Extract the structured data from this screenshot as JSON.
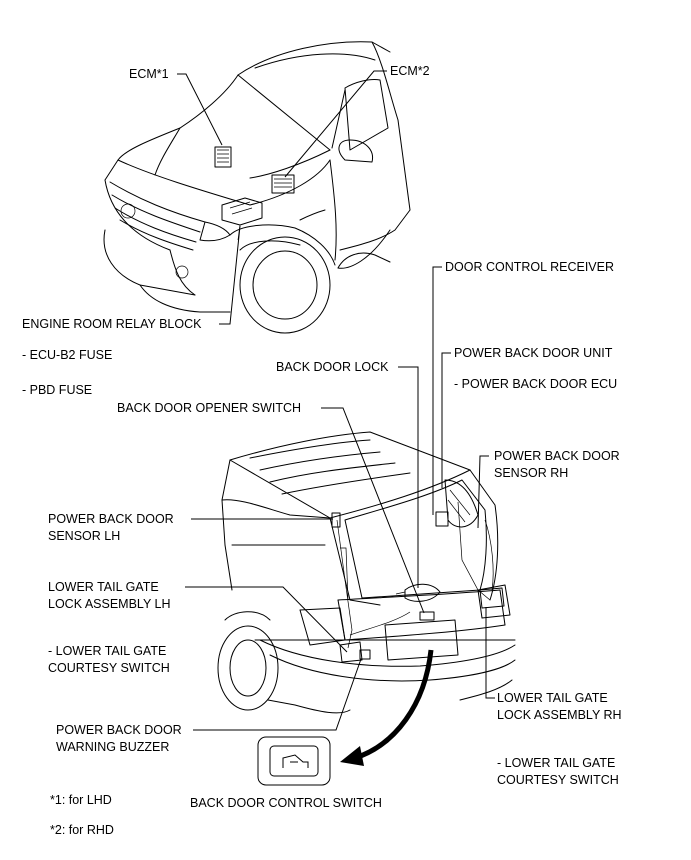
{
  "labels": {
    "ecm1": "ECM*1",
    "ecm2": "ECM*2",
    "engine_relay": "ENGINE ROOM RELAY BLOCK",
    "ecu_b2": "- ECU-B2 FUSE",
    "pbd_fuse": "- PBD FUSE",
    "door_ctrl_receiver": "DOOR CONTROL RECEIVER",
    "back_door_lock": "BACK DOOR LOCK",
    "pbd_unit": "POWER BACK DOOR UNIT",
    "pbd_ecu": "- POWER BACK DOOR ECU",
    "opener_switch": "BACK DOOR OPENER SWITCH",
    "sensor_rh_1": "POWER BACK DOOR",
    "sensor_rh_2": "SENSOR RH",
    "sensor_lh_1": "POWER BACK DOOR",
    "sensor_lh_2": "SENSOR LH",
    "lower_lh_1": "LOWER TAIL GATE",
    "lower_lh_2": "LOCK ASSEMBLY LH",
    "courtesy_lh_1": "- LOWER TAIL GATE",
    "courtesy_lh_2": "COURTESY SWITCH",
    "lower_rh_1": "LOWER TAIL GATE",
    "lower_rh_2": "LOCK ASSEMBLY RH",
    "buzzer_1": "POWER BACK DOOR",
    "buzzer_2": "WARNING BUZZER",
    "courtesy_rh_1": "- LOWER TAIL GATE",
    "courtesy_rh_2": "COURTESY SWITCH",
    "control_switch": "BACK DOOR CONTROL SWITCH",
    "note1": "*1: for LHD",
    "note2": "*2: for RHD"
  }
}
